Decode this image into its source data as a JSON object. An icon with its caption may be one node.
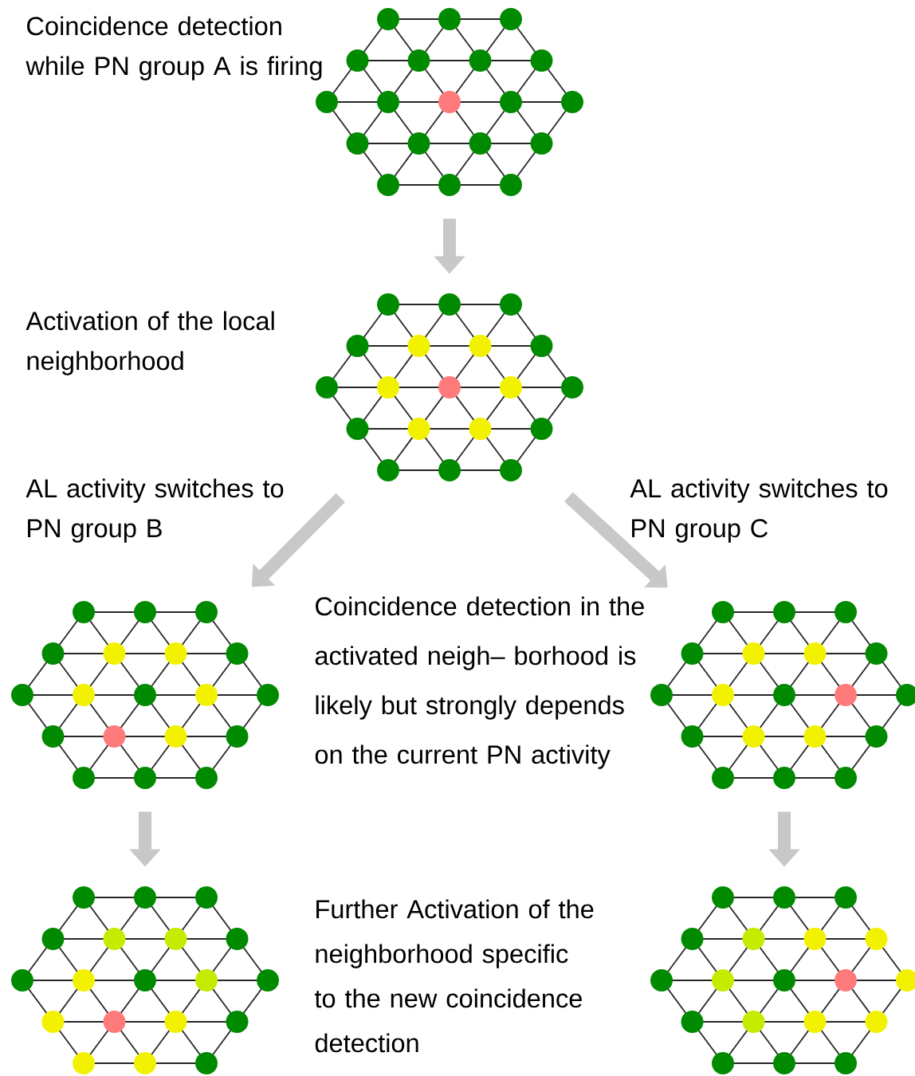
{
  "diagram": {
    "nodes": [
      {
        "text": [],
        "shape": "picture"
      },
      {
        "text": [],
        "shape": "picture"
      },
      {
        "text": [],
        "shape": "picture"
      },
      {
        "text": [],
        "shape": "picture"
      },
      {
        "text": [],
        "shape": "picture"
      },
      {
        "text": [],
        "shape": "picture"
      }
    ],
    "edges": [
      {
        "from": 0,
        "to": 1,
        "arrow": "to"
      },
      {
        "from": 1,
        "to": 2,
        "arrow": "to"
      },
      {
        "from": 1,
        "to": 3,
        "arrow": "to"
      },
      {
        "from": 2,
        "to": 4,
        "arrow": "to"
      },
      {
        "from": 3,
        "to": 5,
        "arrow": "to"
      }
    ],
    "labels": [
      "Coincidence detection while PN group A is firing",
      "Activation of the local neighborhood",
      "AL activity switches to PN group B",
      "AL activity switches to PN group C",
      "Coincidence detection in the activated neigh– borhood is likely but strongly depends on the current PN activity",
      "Further Activation of the neighborhood specific to the new coincidence detection"
    ]
  }
}
